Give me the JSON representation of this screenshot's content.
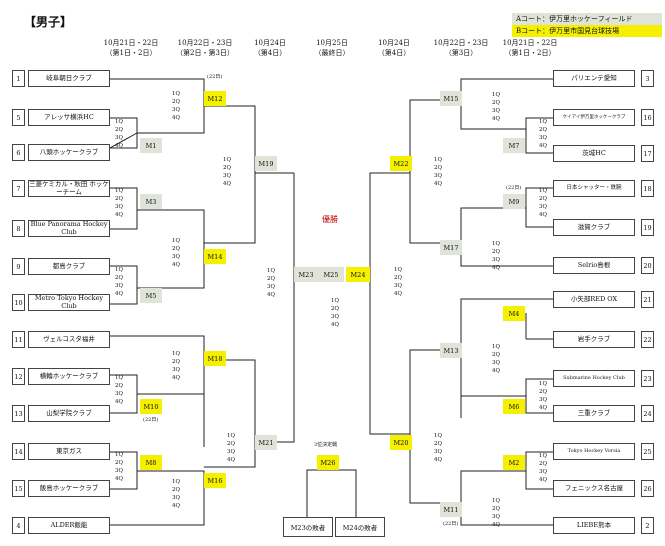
{
  "title": "【男子】",
  "legend": [
    {
      "text": "Aコート：伊万里ホッケーフィールド",
      "color": "#dfe3d8"
    },
    {
      "text": "Bコート：伊万里市国見台球技場",
      "color": "#f5f000"
    }
  ],
  "headers": [
    {
      "date": "10月21日・22日",
      "round": "（第1日・2日）"
    },
    {
      "date": "10月22日・23日",
      "round": "（第2日・第3日）"
    },
    {
      "date": "10月24日",
      "round": "（第4日）"
    },
    {
      "date": "10月25日",
      "round": "（最終日）"
    },
    {
      "date": "10月24日",
      "round": "（第4日）"
    },
    {
      "date": "10月22日・23日",
      "round": "（第3日）"
    },
    {
      "date": "10月21日・22日",
      "round": "（第1日・2日）"
    }
  ],
  "left_teams": [
    {
      "seed": "1",
      "name": "岐阜朝日クラブ"
    },
    {
      "seed": "5",
      "name": "アレッサ横浜HC"
    },
    {
      "seed": "6",
      "name": "八頭ホッケークラブ"
    },
    {
      "seed": "7",
      "name": "三菱ケミカル・秋田 ホッケーチーム"
    },
    {
      "seed": "8",
      "name": "Blue Panorama Hockey Club"
    },
    {
      "seed": "9",
      "name": "都島クラブ"
    },
    {
      "seed": "10",
      "name": "Metro Tokyo Hockey Club"
    },
    {
      "seed": "11",
      "name": "ヴェルコスタ福井"
    },
    {
      "seed": "12",
      "name": "横輪ホッケークラブ"
    },
    {
      "seed": "13",
      "name": "山梨学院クラブ"
    },
    {
      "seed": "14",
      "name": "東京ガス"
    },
    {
      "seed": "15",
      "name": "飯島ホッケークラブ"
    },
    {
      "seed": "4",
      "name": "ALDER飯能"
    }
  ],
  "right_teams": [
    {
      "seed": "3",
      "name": "パリエンテ愛知"
    },
    {
      "seed": "16",
      "name": "ケイアイ伊万里ホッケークラブ"
    },
    {
      "seed": "17",
      "name": "茨城HC"
    },
    {
      "seed": "18",
      "name": "日本シャッター・鉄腕"
    },
    {
      "seed": "19",
      "name": "滋賀クラブ"
    },
    {
      "seed": "20",
      "name": "Selrio島根"
    },
    {
      "seed": "21",
      "name": "小矢部RED OX"
    },
    {
      "seed": "22",
      "name": "岩手クラブ"
    },
    {
      "seed": "23",
      "name": "Submarine Hockey Club"
    },
    {
      "seed": "24",
      "name": "三重クラブ"
    },
    {
      "seed": "25",
      "name": "Tokyo Hockey Vorsia"
    },
    {
      "seed": "26",
      "name": "フェニックス名古屋"
    },
    {
      "seed": "2",
      "name": "LIEBE熊本"
    }
  ],
  "matches": {
    "M1": "M1",
    "M2": "M2",
    "M3": "M3",
    "M4": "M4",
    "M5": "M5",
    "M6": "M6",
    "M7": "M7",
    "M8": "M8",
    "M9": "M9",
    "M10": "M10",
    "M11": "M11",
    "M12": "M12",
    "M13": "M13",
    "M14": "M14",
    "M15": "M15",
    "M16": "M16",
    "M17": "M17",
    "M18": "M18",
    "M19": "M19",
    "M20": "M20",
    "M21": "M21",
    "M22": "M22",
    "M23": "M23",
    "M24": "M24",
    "M25": "M25",
    "M26": "M26"
  },
  "quarters": [
    "1Q",
    "2Q",
    "3Q",
    "4Q"
  ],
  "champion": "優勝",
  "third_place": "3位決定戦",
  "loser_m23": "M23の敗者",
  "loser_m24": "M24の敗者",
  "notes": {
    "d22": "(22日)",
    "d22b": "(22日)",
    "d22c": "(22日)",
    "d22d": "(22日)"
  }
}
